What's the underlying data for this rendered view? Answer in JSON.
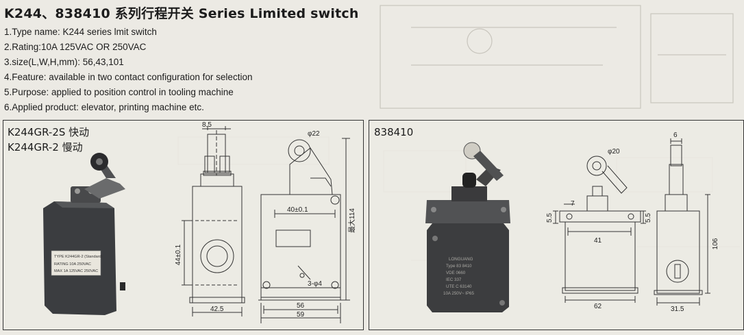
{
  "header": {
    "title": "K244、838410 系列行程开关 Series Limited switch"
  },
  "specs": [
    "1.Type name: K244 series lmit switch",
    "2.Rating:10A 125VAC OR 250VAC",
    "3.size(L,W,H,mm): 56,43,101",
    "4.Feature: available in two contact configuration for selection",
    "5.Purpose: applied to position control in tooling machine",
    "6.Applied product: elevator, printing machine etc."
  ],
  "left_panel": {
    "model_1": "K244GR-2S 快动",
    "model_2": "K244GR-2 慢动",
    "photo_label_1": "TYPE K244GR-2 (Standard)",
    "photo_label_2": "RATING 10A 250VAC",
    "photo_label_3": "MAX 1A 125VAC 250VAC",
    "dim_top_width": "8.5",
    "dim_body_height": "44±0.1",
    "dim_body_width": "42.5",
    "dim_roller": "φ22",
    "dim_hole_span": "40±0.1",
    "dim_max_height": "最大114",
    "dim_holes": "3-φ4",
    "dim_inner_width": "56",
    "dim_outer_width": "59"
  },
  "right_panel": {
    "model": "838410",
    "photo_label_1": "LONGUANG",
    "photo_label_2": "Type 83 8410",
    "photo_label_3": "VDE 0660",
    "photo_label_4": "IEC 337",
    "photo_label_5": "UTE C 63140",
    "photo_label_6": "10A 250V~ IP65",
    "dim_7": "7",
    "dim_55_left": "5.5",
    "dim_roller": "φ20",
    "dim_41": "41",
    "dim_55_right": "5.5",
    "dim_62": "62",
    "dim_6": "6",
    "dim_106": "106",
    "dim_315": "31.5"
  }
}
